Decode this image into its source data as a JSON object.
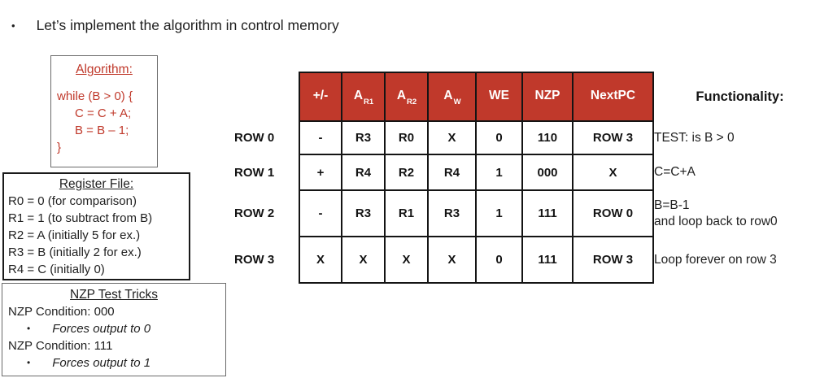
{
  "colors": {
    "accent_red": "#C0392B",
    "header_text": "#FFFFFF",
    "table_border": "#141414",
    "box_border_gray": "#6A6A6A"
  },
  "slide": {
    "bullet": "•",
    "title": "Let’s implement the algorithm in control memory"
  },
  "algorithm_box": {
    "title": "Algorithm:",
    "lines": [
      "while (B > 0) {",
      "C = C + A;",
      "B = B – 1;",
      "}"
    ]
  },
  "register_file_box": {
    "title": "Register File:",
    "lines": [
      "R0 = 0  (for comparison)",
      "R1 = 1 (to subtract from B)",
      "R2 = A (initially 5 for ex.)",
      "R3 = B (initially 2 for ex.)",
      "R4 = C (initially 0)"
    ]
  },
  "nzp_box": {
    "title": "NZP Test Tricks",
    "bullet": "•",
    "items": [
      {
        "condition": "NZP Condition: 000",
        "effect": "Forces output to 0"
      },
      {
        "condition": "NZP Condition: 111",
        "effect": "Forces output to 1"
      }
    ]
  },
  "table": {
    "functionality_title": "Functionality:",
    "headers": [
      {
        "main": "+/-",
        "sub": ""
      },
      {
        "main": "A",
        "sub": "R1"
      },
      {
        "main": "A",
        "sub": "R2"
      },
      {
        "main": "A",
        "sub": "W"
      },
      {
        "main": "WE",
        "sub": ""
      },
      {
        "main": "NZP",
        "sub": ""
      },
      {
        "main": "NextPC",
        "sub": ""
      }
    ],
    "rows": [
      {
        "label": "ROW 0",
        "cells": [
          "-",
          "R3",
          "R0",
          "X",
          "0",
          "110",
          "ROW 3"
        ],
        "functionality": [
          "TEST: is B > 0"
        ]
      },
      {
        "label": "ROW 1",
        "cells": [
          "+",
          "R4",
          "R2",
          "R4",
          "1",
          "000",
          "X"
        ],
        "functionality": [
          "C=C+A"
        ]
      },
      {
        "label": "ROW 2",
        "cells": [
          "-",
          "R3",
          "R1",
          "R3",
          "1",
          "111",
          "ROW 0"
        ],
        "functionality": [
          "B=B-1",
          "and loop back to row0"
        ]
      },
      {
        "label": "ROW 3",
        "cells": [
          "X",
          "X",
          "X",
          "X",
          "0",
          "111",
          "ROW 3"
        ],
        "functionality": [
          "Loop forever on row 3"
        ]
      }
    ]
  }
}
